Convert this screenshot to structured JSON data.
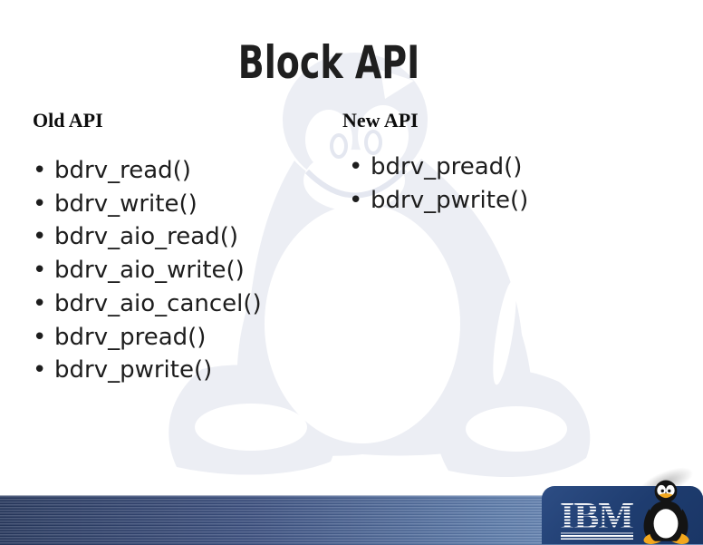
{
  "title": "Block API",
  "bullet_glyph": "•",
  "columns": {
    "old": {
      "heading": "Old API",
      "items": [
        "bdrv_read()",
        "bdrv_write()",
        "bdrv_aio_read()",
        "bdrv_aio_write()",
        "bdrv_aio_cancel()",
        "bdrv_pread()",
        "bdrv_pwrite()"
      ]
    },
    "new": {
      "heading": "New API",
      "items": [
        "bdrv_pread()",
        "bdrv_pwrite()"
      ]
    }
  },
  "footer": {
    "brand": "IBM",
    "icons": [
      "ibm-logo",
      "tux-logo"
    ]
  },
  "watermark": {
    "icon": "tux-watermark"
  },
  "colors": {
    "title_text": "#1f1f1f",
    "body_text": "#1d1d1d",
    "watermark_gray": "#eceef4",
    "bar_left": "#28395f",
    "bar_right": "#7b99c6",
    "brand_box_navy": "#1e3c6f",
    "tux_orange": "#f2a71d"
  }
}
